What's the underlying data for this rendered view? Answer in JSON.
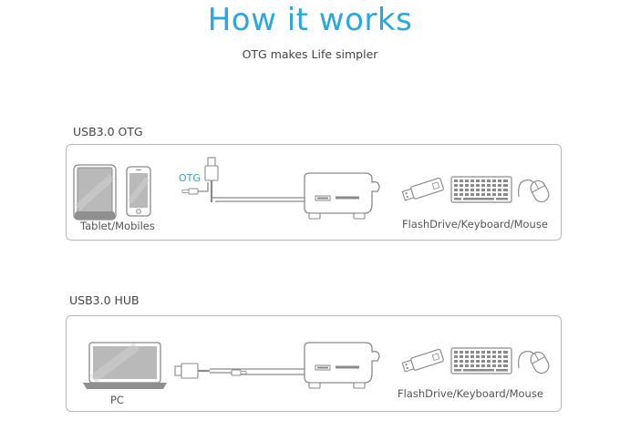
{
  "header": {
    "title": "How it works",
    "subtitle": "OTG makes Life simpler"
  },
  "colors": {
    "accent": "#29a8df",
    "outline": "#8a8a8a",
    "panel_border": "#b7b7b7"
  },
  "otg_section": {
    "label": "USB3.0  OTG",
    "source_caption": "Tablet/Mobiles",
    "cable_tag": "OTG",
    "devices_caption": "FlashDrive/Keyboard/Mouse",
    "icons": [
      "tablet-icon",
      "mobile-phone-icon",
      "otg-cable-icon",
      "usb-hub-icon",
      "flash-drive-icon",
      "keyboard-icon",
      "mouse-icon"
    ]
  },
  "hub_section": {
    "label": "USB3.0  HUB",
    "source_caption": "PC",
    "devices_caption": "FlashDrive/Keyboard/Mouse",
    "icons": [
      "laptop-icon",
      "usb-cable-icon",
      "usb-hub-icon",
      "flash-drive-icon",
      "keyboard-icon",
      "mouse-icon"
    ]
  }
}
